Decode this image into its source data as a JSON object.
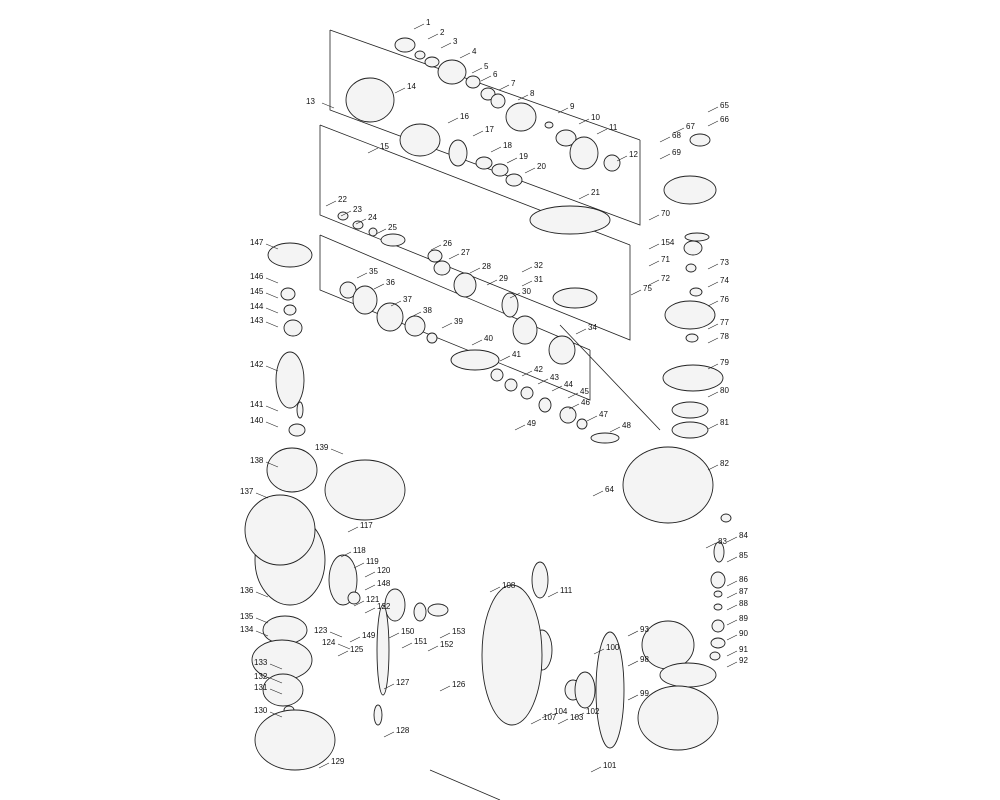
{
  "diagram": {
    "type": "exploded-parts-diagram",
    "part_numbers": [
      "1",
      "2",
      "3",
      "4",
      "5",
      "6",
      "7",
      "8",
      "9",
      "10",
      "11",
      "12",
      "13",
      "14",
      "15",
      "16",
      "17",
      "18",
      "19",
      "20",
      "21",
      "22",
      "23",
      "24",
      "25",
      "26",
      "27",
      "28",
      "29",
      "30",
      "31",
      "32",
      "34",
      "35",
      "36",
      "37",
      "38",
      "39",
      "40",
      "41",
      "42",
      "43",
      "44",
      "45",
      "46",
      "47",
      "48",
      "49",
      "64",
      "65",
      "66",
      "67",
      "68",
      "69",
      "70",
      "71",
      "72",
      "73",
      "74",
      "75",
      "76",
      "77",
      "78",
      "79",
      "80",
      "81",
      "82",
      "83",
      "84",
      "85",
      "86",
      "87",
      "88",
      "89",
      "90",
      "91",
      "92",
      "93",
      "98",
      "99",
      "100",
      "101",
      "102",
      "103",
      "104",
      "107",
      "108",
      "111",
      "117",
      "118",
      "119",
      "120",
      "121",
      "122",
      "123",
      "124",
      "125",
      "126",
      "127",
      "128",
      "129",
      "130",
      "131",
      "132",
      "133",
      "134",
      "135",
      "136",
      "137",
      "138",
      "139",
      "140",
      "141",
      "142",
      "143",
      "144",
      "145",
      "146",
      "147",
      "148",
      "149",
      "150",
      "151",
      "152",
      "153",
      "154"
    ]
  }
}
